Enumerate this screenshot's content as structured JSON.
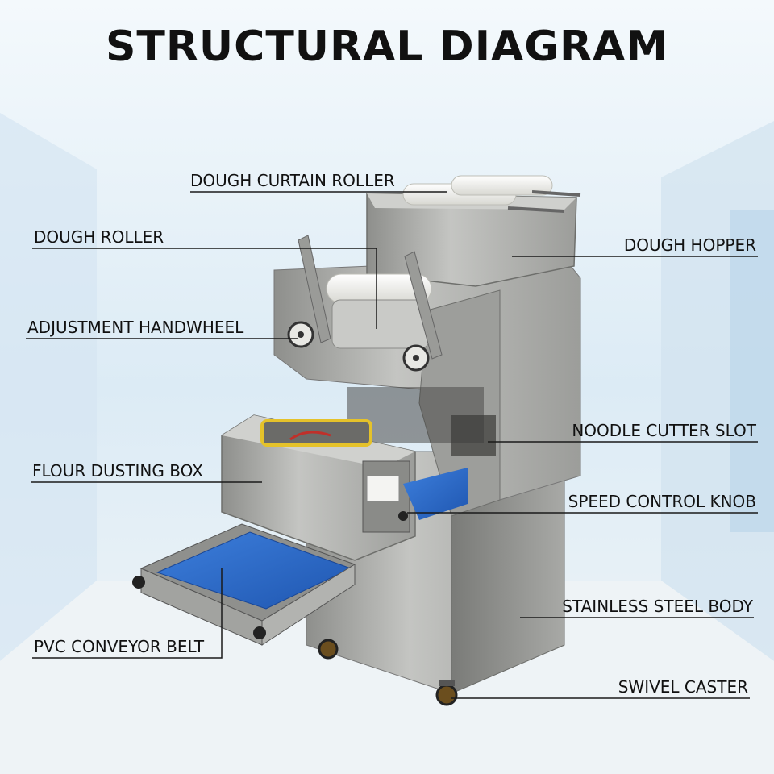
{
  "title": "STRUCTURAL DIAGRAM",
  "labels": {
    "dough_curtain_roller": "DOUGH CURTAIN ROLLER",
    "dough_roller": "DOUGH ROLLER",
    "dough_hopper": "DOUGH HOPPER",
    "adjustment_handwheel": "ADJUSTMENT HANDWHEEL",
    "noodle_cutter_slot": "NOODLE CUTTER SLOT",
    "flour_dusting_box": "FLOUR DUSTING BOX",
    "speed_control_knob": "SPEED CONTROL KNOB",
    "stainless_steel_body": "STAINLESS STEEL BODY",
    "pvc_conveyor_belt": "PVC CONVEYOR BELT",
    "swivel_caster": "SWIVEL CASTER"
  },
  "colors": {
    "steel": "#a9aaa8",
    "belt": "#2f6fcf",
    "roller": "#f2f2ee",
    "background": "#e9f3fa"
  }
}
